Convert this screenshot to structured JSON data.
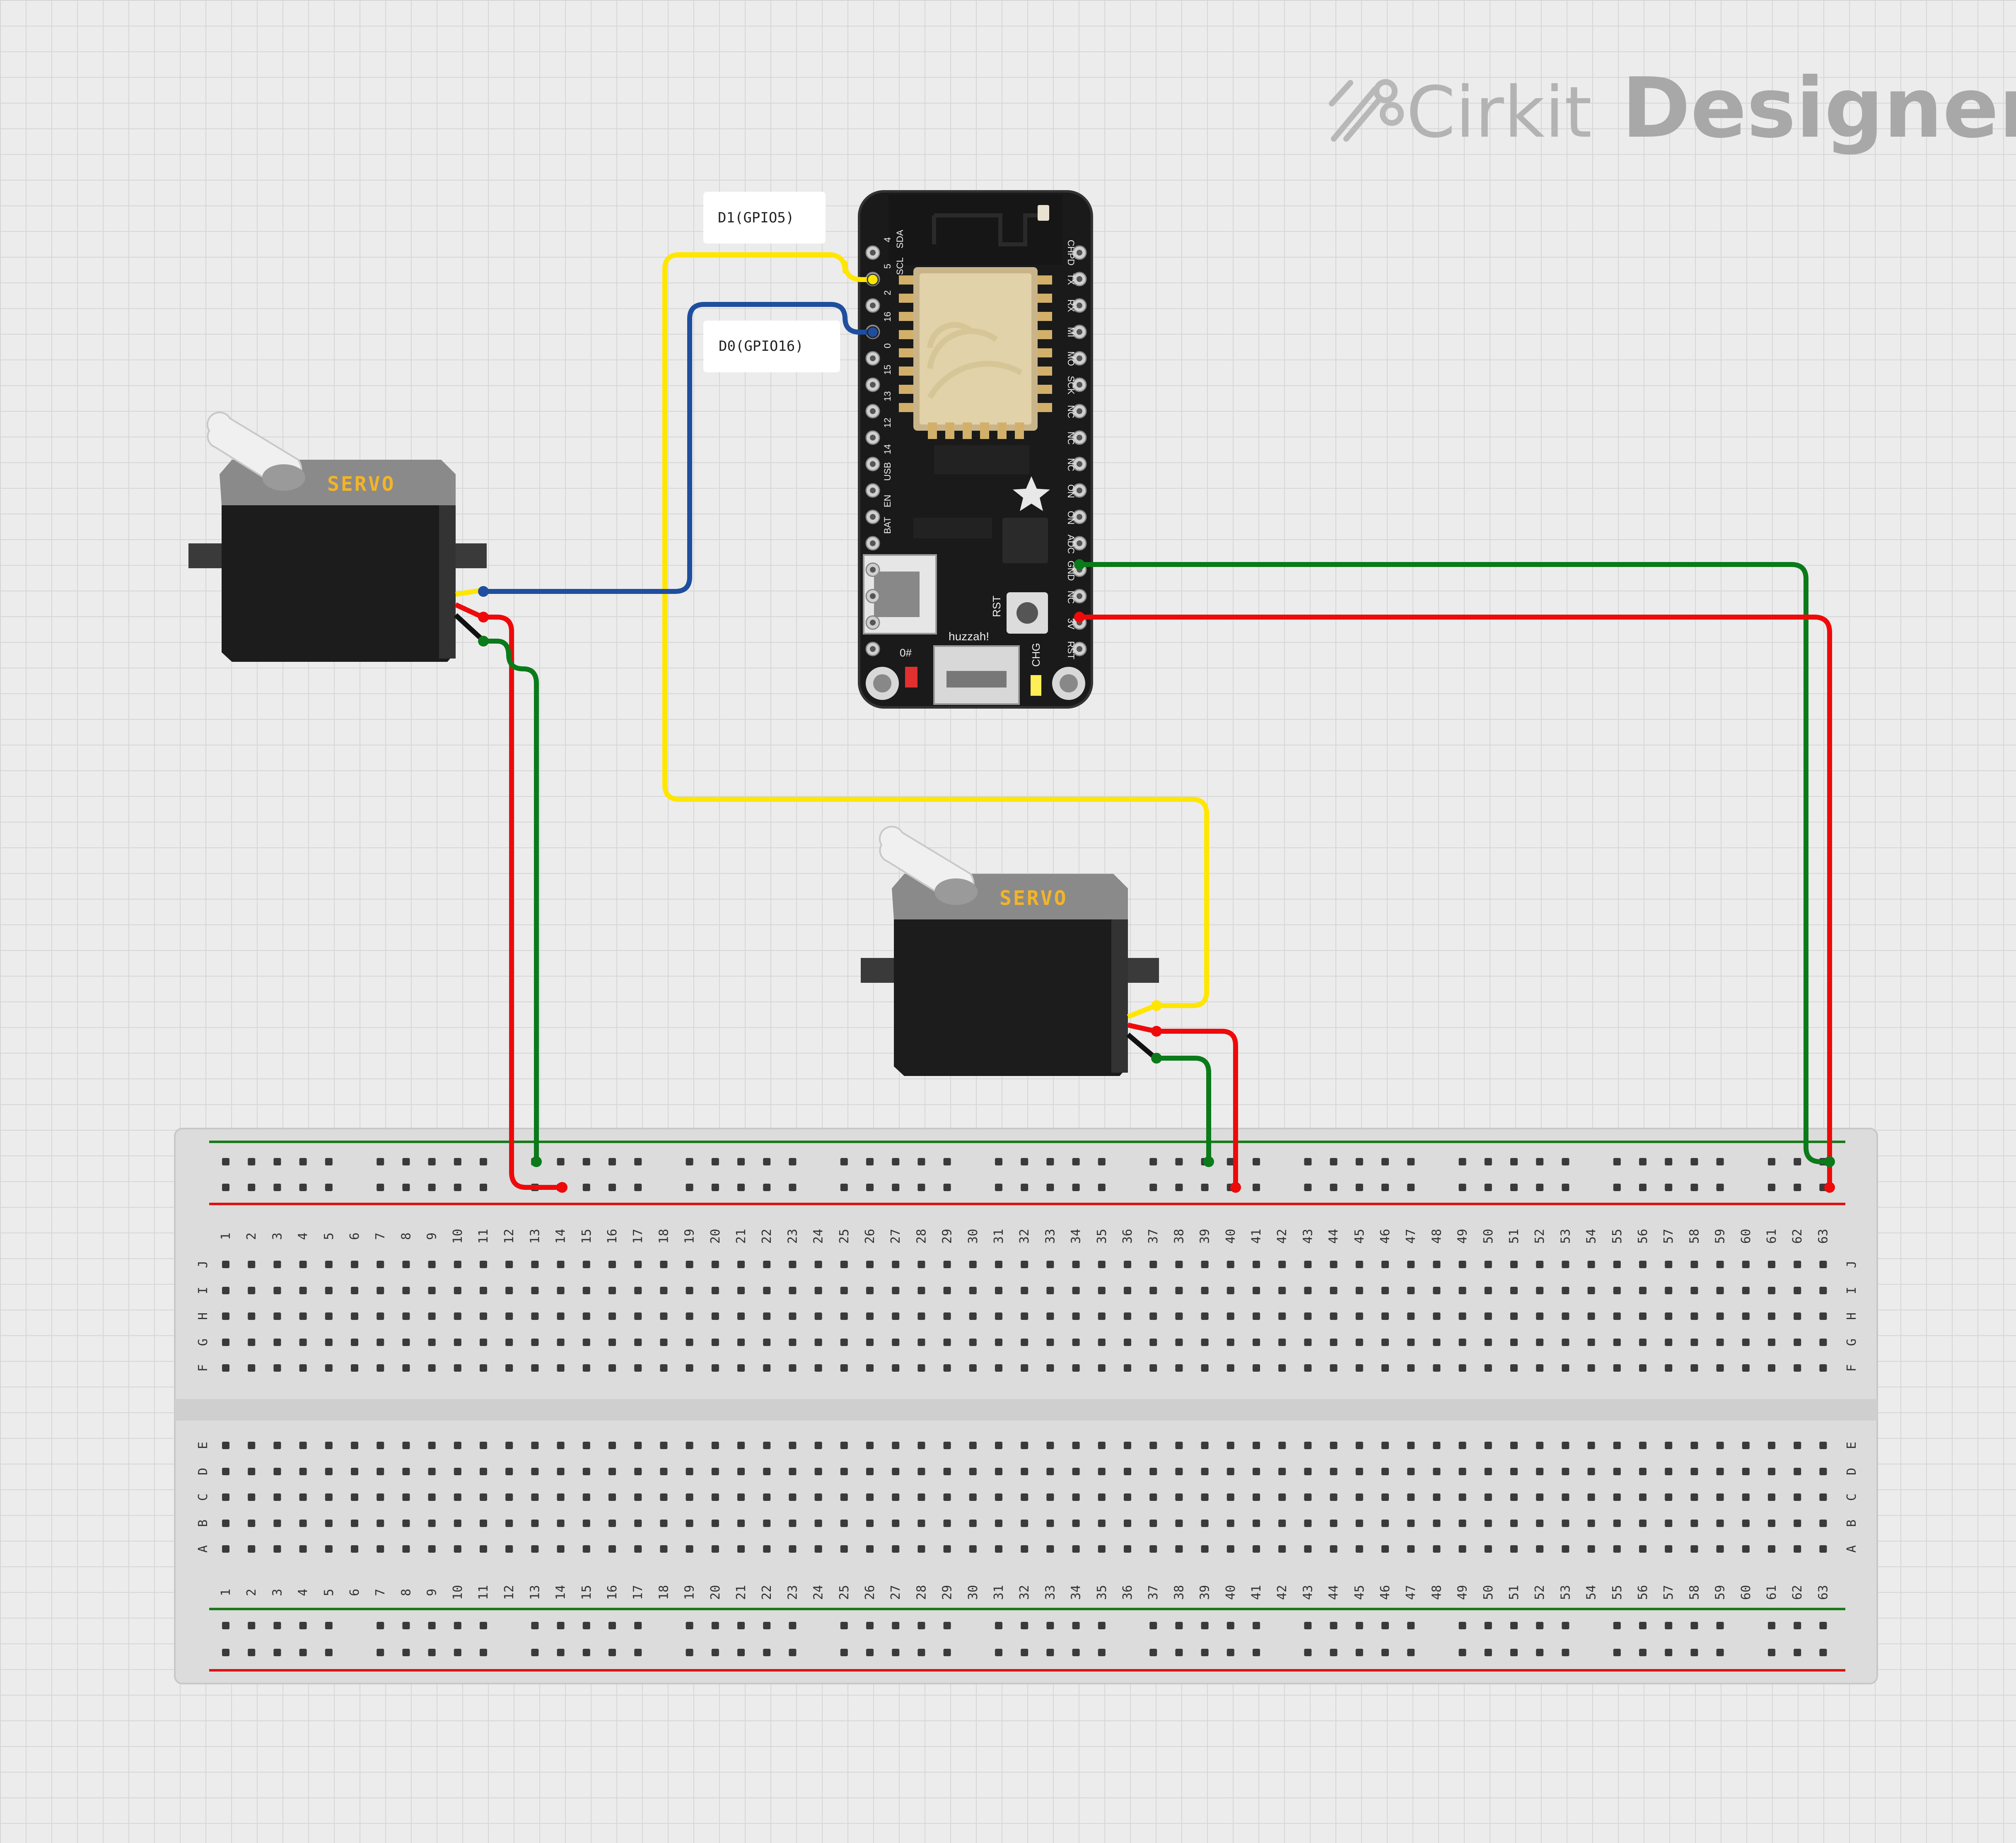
{
  "brand": {
    "part1": "Cirkit",
    "part2": "Designer"
  },
  "labels": {
    "d1": "D1(GPIO5)",
    "d0": "D0(GPIO16)"
  },
  "servo": {
    "label": "SERVO"
  },
  "board": {
    "silk_huzzah": "huzzah!",
    "silk_rst": "RST",
    "silk_chg": "CHG",
    "silk_hash": "0#",
    "left_pins": [
      "4",
      "5",
      "2",
      "16",
      "0",
      "15",
      "13",
      "12",
      "14",
      "USB",
      "EN",
      "BAT"
    ],
    "left_pin_sub": [
      "SDA",
      "SCL"
    ],
    "right_pins": [
      "CHPD",
      "TX",
      "RX",
      "MI",
      "MO",
      "SCK",
      "NC",
      "NC",
      "NC",
      "ON",
      "ON",
      "ADC",
      "GND",
      "NC",
      "3V",
      "RST"
    ]
  },
  "breadboard": {
    "columns": 63,
    "rows_top": [
      "J",
      "I",
      "H",
      "G",
      "F"
    ],
    "rows_bottom": [
      "E",
      "D",
      "C",
      "B",
      "A"
    ]
  },
  "colors": {
    "wire_yellow": "#ffe600",
    "wire_blue": "#1f4e9e",
    "wire_green": "#0b7a1a",
    "wire_red": "#ee0a0a",
    "rail_green": "#1a7a1a",
    "rail_red": "#dd1111"
  }
}
